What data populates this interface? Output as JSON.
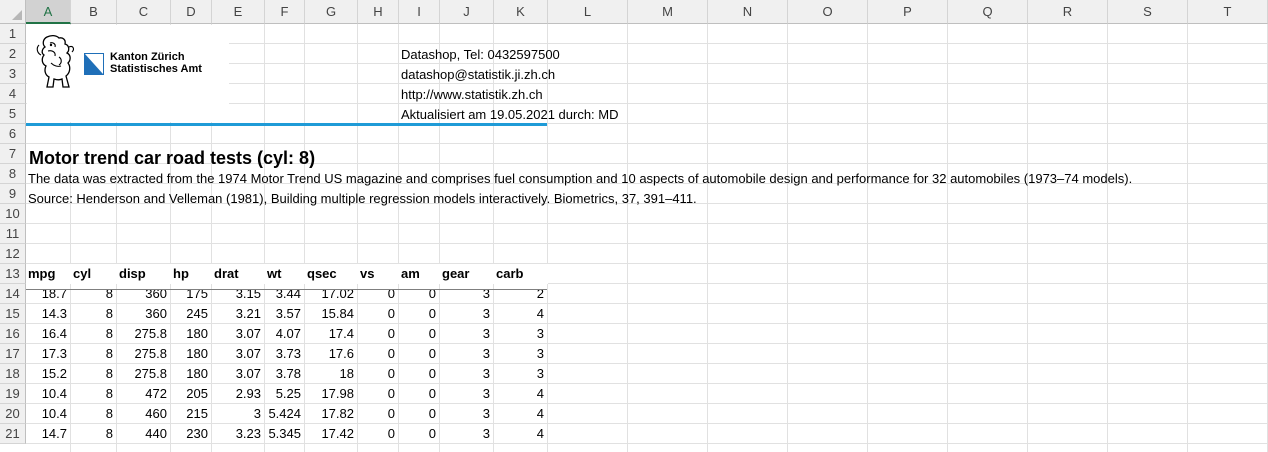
{
  "columns": [
    "A",
    "B",
    "C",
    "D",
    "E",
    "F",
    "G",
    "H",
    "I",
    "J",
    "K",
    "L",
    "M",
    "N",
    "O",
    "P",
    "Q",
    "R",
    "S",
    "T"
  ],
  "selected_column": "A",
  "rows": [
    "1",
    "2",
    "3",
    "4",
    "5",
    "6",
    "7",
    "8",
    "9",
    "10",
    "11",
    "12",
    "13",
    "14",
    "15",
    "16",
    "17",
    "18",
    "19",
    "20",
    "21"
  ],
  "logo": {
    "icon": "zurich-lion-icon",
    "flag_icon": "zurich-flag-icon",
    "line1": "Kanton Zürich",
    "line2": "Statistisches Amt"
  },
  "contact": {
    "phone": "Datashop, Tel: 0432597500",
    "email": "datashop@statistik.ji.zh.ch",
    "web": "http://www.statistik.zh.ch",
    "updated": "Aktualisiert am  19.05.2021  durch:  MD"
  },
  "title": "Motor trend car road tests (cyl: 8)",
  "description": "The data was extracted from the 1974 Motor Trend US magazine and comprises fuel consumption and 10 aspects of automobile design and performance for 32 automobiles (1973–74 models).",
  "source": "Source: Henderson and Velleman (1981), Building multiple regression models interactively. Biometrics, 37, 391–411.",
  "table": {
    "headers": [
      "mpg",
      "cyl",
      "disp",
      "hp",
      "drat",
      "wt",
      "qsec",
      "vs",
      "am",
      "gear",
      "carb"
    ],
    "rows": [
      [
        "18.7",
        "8",
        "360",
        "175",
        "3.15",
        "3.44",
        "17.02",
        "0",
        "0",
        "3",
        "2"
      ],
      [
        "14.3",
        "8",
        "360",
        "245",
        "3.21",
        "3.57",
        "15.84",
        "0",
        "0",
        "3",
        "4"
      ],
      [
        "16.4",
        "8",
        "275.8",
        "180",
        "3.07",
        "4.07",
        "17.4",
        "0",
        "0",
        "3",
        "3"
      ],
      [
        "17.3",
        "8",
        "275.8",
        "180",
        "3.07",
        "3.73",
        "17.6",
        "0",
        "0",
        "3",
        "3"
      ],
      [
        "15.2",
        "8",
        "275.8",
        "180",
        "3.07",
        "3.78",
        "18",
        "0",
        "0",
        "3",
        "3"
      ],
      [
        "10.4",
        "8",
        "472",
        "205",
        "2.93",
        "5.25",
        "17.98",
        "0",
        "0",
        "3",
        "4"
      ],
      [
        "10.4",
        "8",
        "460",
        "215",
        "3",
        "5.424",
        "17.82",
        "0",
        "0",
        "3",
        "4"
      ],
      [
        "14.7",
        "8",
        "440",
        "230",
        "3.23",
        "5.345",
        "17.42",
        "0",
        "0",
        "3",
        "4"
      ]
    ]
  },
  "colors": {
    "accent_rule": "#1f9bd7",
    "selected_header": "#217346"
  }
}
